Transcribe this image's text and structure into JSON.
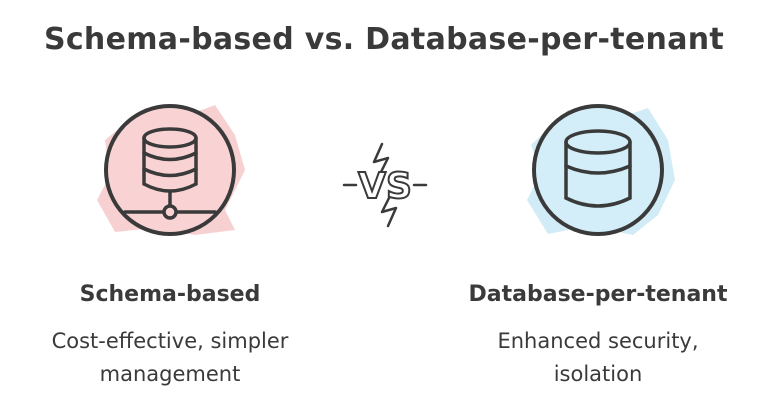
{
  "title": "Schema-based vs. Database-per-tenant",
  "vs_label": "VS",
  "left": {
    "heading": "Schema-based",
    "desc_line1": "Cost-effective, simpler",
    "desc_line2": "management",
    "icon": "database-network-icon",
    "color": "#f6c9c9"
  },
  "right": {
    "heading": "Database-per-tenant",
    "desc_line1": "Enhanced security,",
    "desc_line2": "isolation",
    "icon": "database-icon",
    "color": "#c9e9f5"
  },
  "colors": {
    "ink": "#3a3a3a"
  }
}
